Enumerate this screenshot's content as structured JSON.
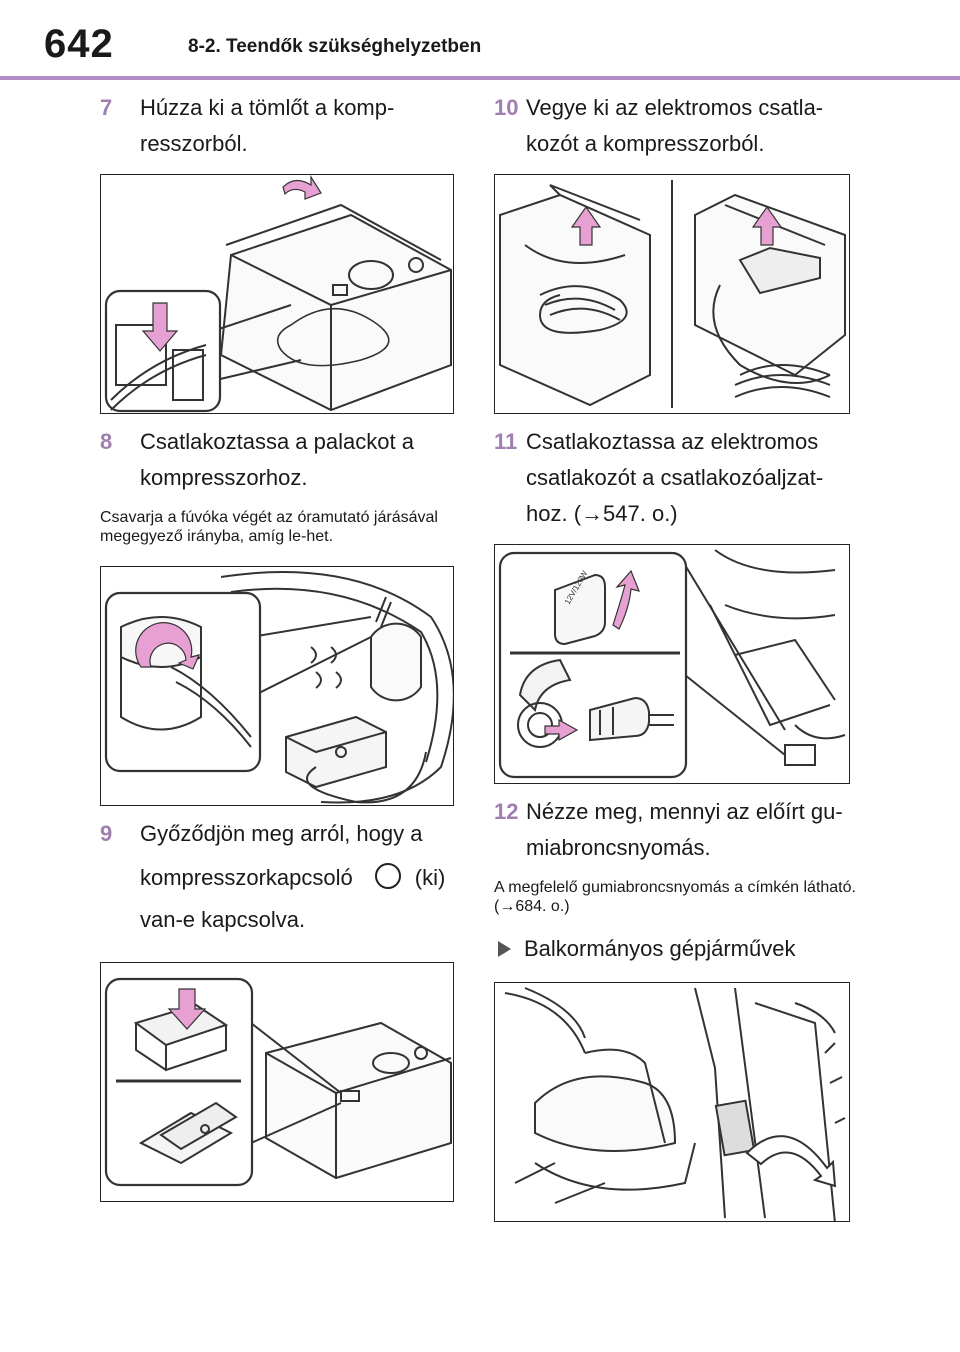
{
  "header": {
    "page_number": "642",
    "section_title": "8-2. Teendők szükséghelyzetben"
  },
  "left": {
    "step7": {
      "num": "7",
      "text_line1": "Húzza ki a tömlőt a komp-",
      "text_line2": "resszorból."
    },
    "step8": {
      "num": "8",
      "text_line1": "Csatlakoztassa a palackot a",
      "text_line2": "kompresszorhoz."
    },
    "note8": "Csavarja a fúvóka végét az óramutató járásával megegyező irányba, amíg le-het.",
    "step9": {
      "num": "9",
      "text_line1": "Győződjön meg arról, hogy a",
      "text_line2a": "kompresszorkapcsoló",
      "text_line2b": "(ki)",
      "text_line3": "van-e kapcsolva."
    }
  },
  "right": {
    "step10": {
      "num": "10",
      "text_line1": "Vegye ki az elektromos csatla-",
      "text_line2": "kozót a kompresszorból."
    },
    "step11": {
      "num": "11",
      "text_line1": "Csatlakoztassa az elektromos",
      "text_line2": "csatlakozót a csatlakozóaljzat-",
      "text_line3": "hoz. (→547. o.)"
    },
    "figure11_label": "12V/120W",
    "step12": {
      "num": "12",
      "text_line1": "Nézze meg, mennyi az előírt gu-",
      "text_line2": "miabroncsnyomás."
    },
    "note12": "A megfelelő gumiabroncsnyomás a címkén látható. (→684. o.)",
    "bullet": "Balkormányos gépjárművek"
  },
  "colors": {
    "accent_rule": "#b48cc8",
    "step_number": "#a07fb0",
    "arrow_pink": "#e6a0d2"
  }
}
